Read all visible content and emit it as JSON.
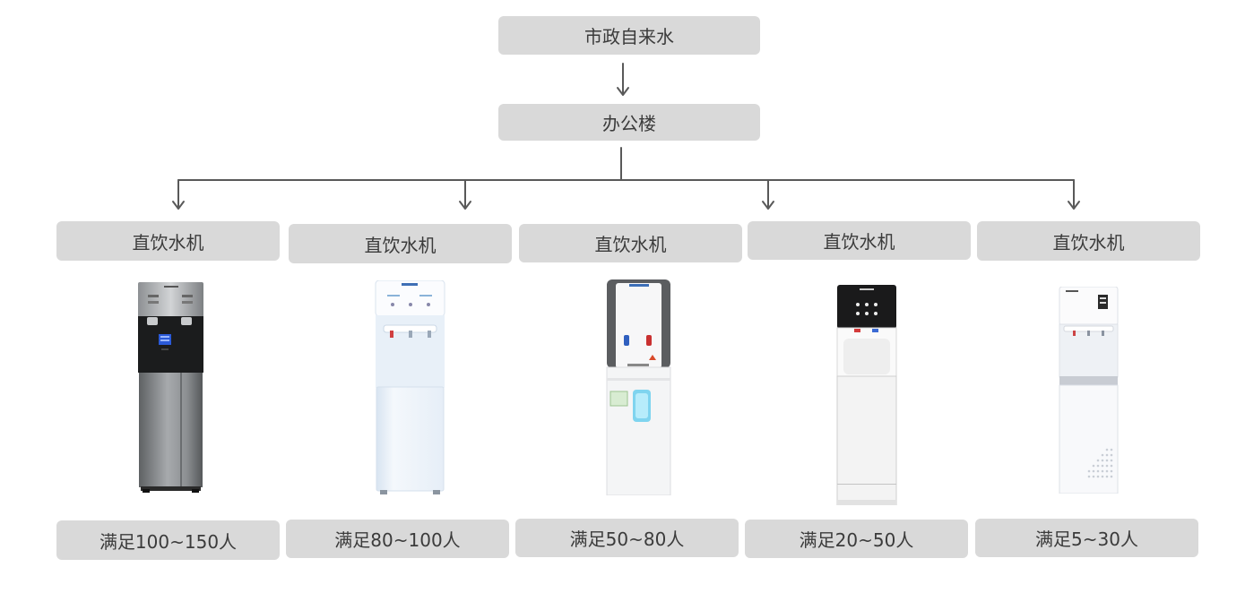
{
  "diagram": {
    "source": {
      "label": "市政自来水"
    },
    "building": {
      "label": "办公楼"
    },
    "devices": [
      {
        "label": "直饮水机",
        "capacity": "满足100~150人",
        "icon": "stainless-water-dispenser-icon"
      },
      {
        "label": "直饮水机",
        "capacity": "满足80~100人",
        "icon": "white-blue-water-dispenser-icon"
      },
      {
        "label": "直饮水机",
        "capacity": "满足50~80人",
        "icon": "gray-frame-water-dispenser-icon"
      },
      {
        "label": "直饮水机",
        "capacity": "满足20~50人",
        "icon": "black-top-water-dispenser-icon"
      },
      {
        "label": "直饮水机",
        "capacity": "满足5~30人",
        "icon": "white-tall-water-dispenser-icon"
      }
    ]
  },
  "colors": {
    "box": "#d9d9d9",
    "text": "#3b3b3b",
    "connector": "#595959",
    "background": "#ffffff"
  }
}
